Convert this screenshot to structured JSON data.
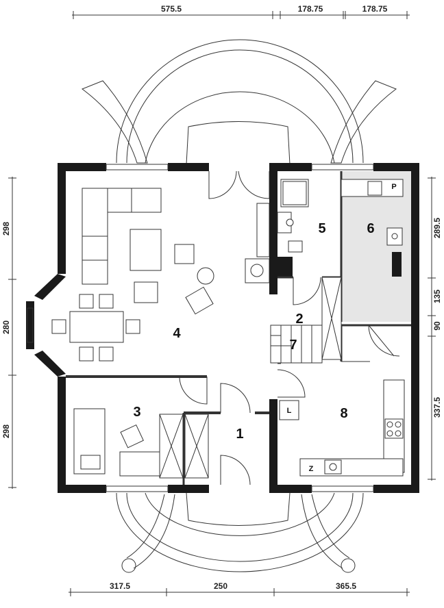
{
  "dimensions": {
    "top": [
      "575.5",
      "178.75",
      "178.75"
    ],
    "bottom": [
      "317.5",
      "250",
      "365.5"
    ],
    "left": [
      "298",
      "280",
      "298"
    ],
    "right": [
      "289.5",
      "135",
      "90",
      "337.5"
    ]
  },
  "rooms": [
    "1",
    "2",
    "3",
    "4",
    "5",
    "6",
    "7",
    "8"
  ],
  "appliances": {
    "pantry": "P",
    "fridge": "L",
    "sink": "Z"
  },
  "colors": {
    "wall": "#1a1a1a",
    "utility_room_fill": "#e6e6e6"
  }
}
